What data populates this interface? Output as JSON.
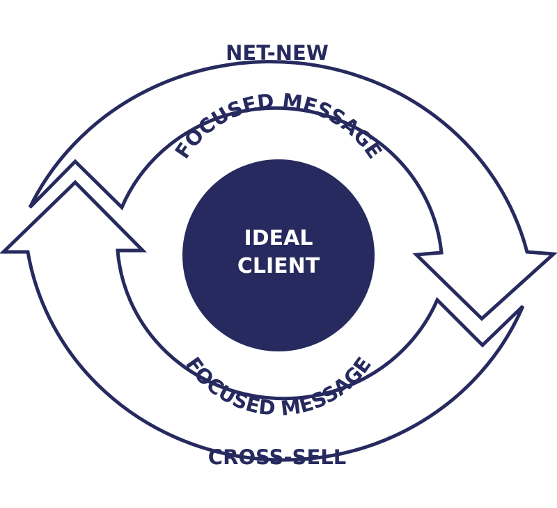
{
  "diagram": {
    "outer_top_label": "NET-NEW",
    "outer_bottom_label": "CROSS-SELL",
    "inner_top_label": "FOCUSED MESSAGE",
    "inner_bottom_label": "FOCUSED MESSAGE",
    "center_line1": "IDEAL",
    "center_line2": "CLIENT"
  },
  "colors": {
    "primary": "#262a5e",
    "background": "#ffffff"
  }
}
